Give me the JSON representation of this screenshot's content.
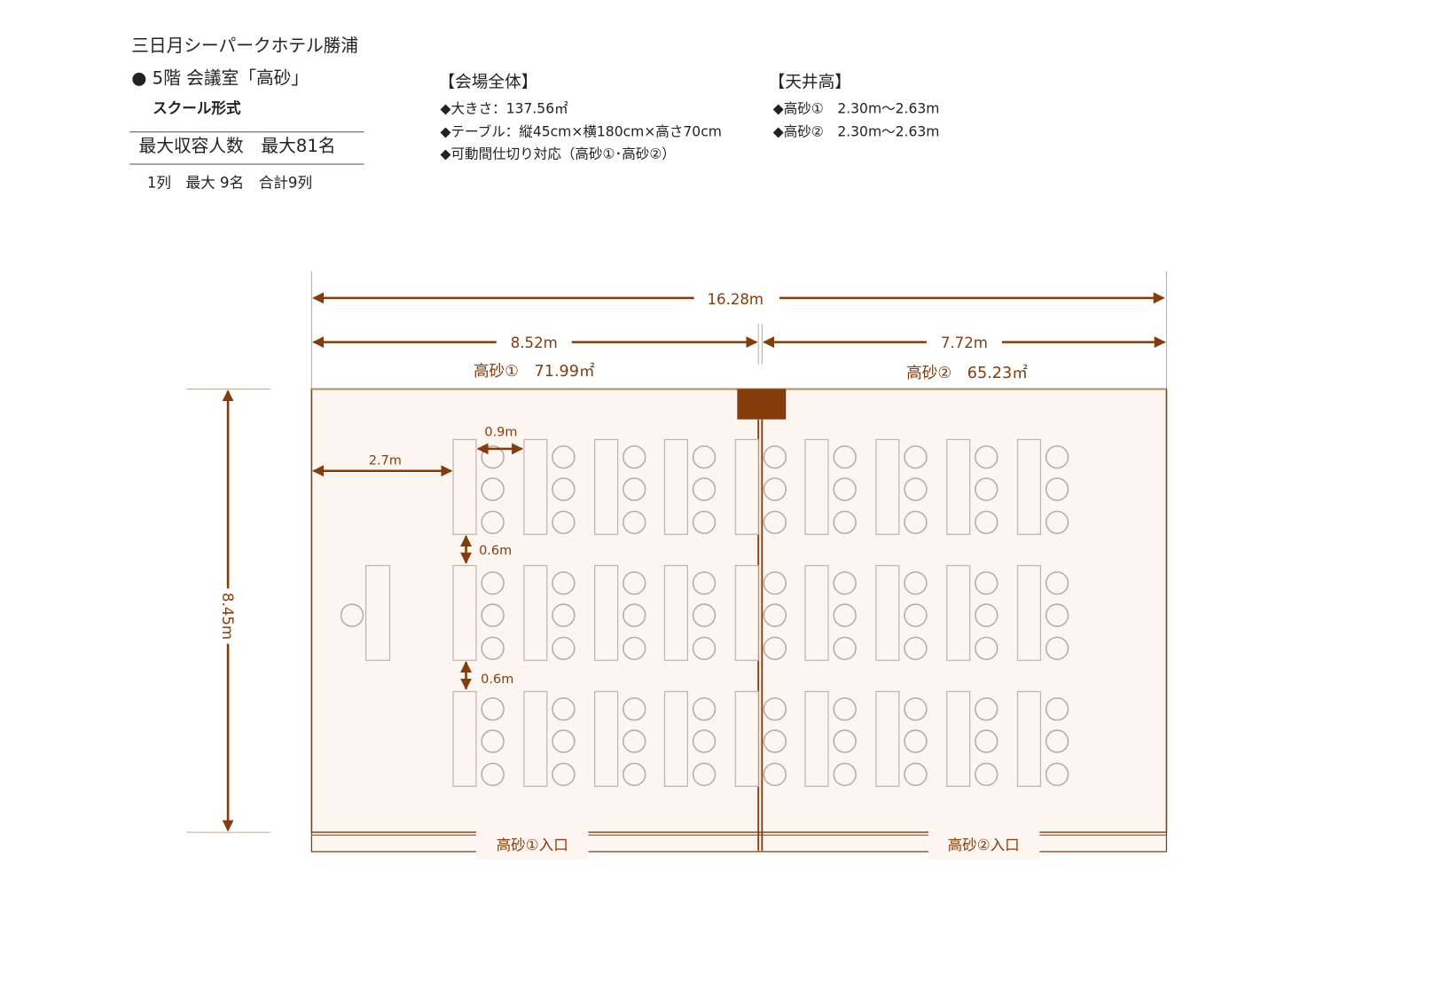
{
  "header": {
    "hotel_name": "三日月シーパークホテル勝浦",
    "room": "● 5階 会議室「高砂」",
    "layout_style": "スクール形式",
    "capacity": "最大収容人数　最大81名",
    "rows_info": "1列　最大 9名　合計9列"
  },
  "venue": {
    "heading": "【会場全体】",
    "items": [
      "◆大きさ：137.56㎡",
      "◆テーブル：縦45cm×横180cm×高さ70cm",
      "◆可動間仕切り対応（高砂①･高砂②）"
    ]
  },
  "ceiling": {
    "heading": "【天井高】",
    "items": [
      "◆高砂①　2.30m～2.63m",
      "◆高砂②　2.30m～2.63m"
    ]
  },
  "plan": {
    "total_width": "16.28m",
    "room1_width": "8.52m",
    "room2_width": "7.72m",
    "room1_label": "高砂①　71.99㎡",
    "room2_label": "高砂②　65.23㎡",
    "depth": "8.45m",
    "front_gap": "2.7m",
    "chair_gap": "0.9m",
    "row_gap_1": "0.6m",
    "row_gap_2": "0.6m",
    "entrance1": "高砂①入口",
    "entrance2": "高砂②入口",
    "table_columns": 9,
    "table_rows": 3,
    "chairs_per_table": 3
  },
  "colors": {
    "accent": "#843c0c",
    "room_fill": "#fdf6f0",
    "furniture_stroke": "#bdb5b0"
  }
}
